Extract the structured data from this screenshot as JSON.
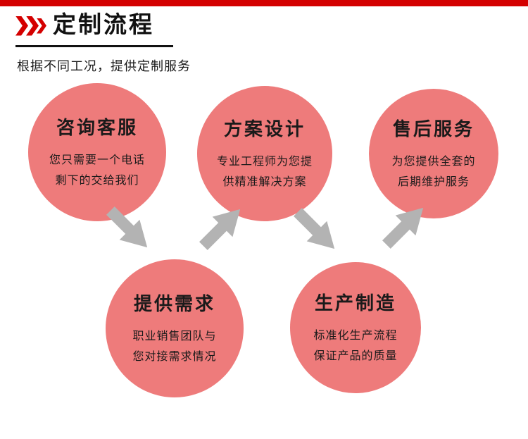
{
  "page": {
    "top_bar_color": "#d40000",
    "background_color": "#ffffff"
  },
  "header": {
    "title": "定制流程",
    "subtitle": "根据不同工况，提供定制服务",
    "accent_color": "#d40000"
  },
  "flow": {
    "circle_color": "#ee7b7b",
    "arrow_color": "#b3b3b3",
    "steps": [
      {
        "title": "咨询客服",
        "desc_lines": [
          "您只需要一个电话",
          "剩下的交给我们"
        ]
      },
      {
        "title": "方案设计",
        "desc_lines": [
          "专业工程师为您提",
          "供精准解决方案"
        ]
      },
      {
        "title": "售后服务",
        "desc_lines": [
          "为您提供全套的",
          "后期维护服务"
        ]
      },
      {
        "title": "提供需求",
        "desc_lines": [
          "职业销售团队与",
          "您对接需求情况"
        ]
      },
      {
        "title": "生产制造",
        "desc_lines": [
          "标准化生产流程",
          "保证产品的质量"
        ]
      }
    ]
  }
}
